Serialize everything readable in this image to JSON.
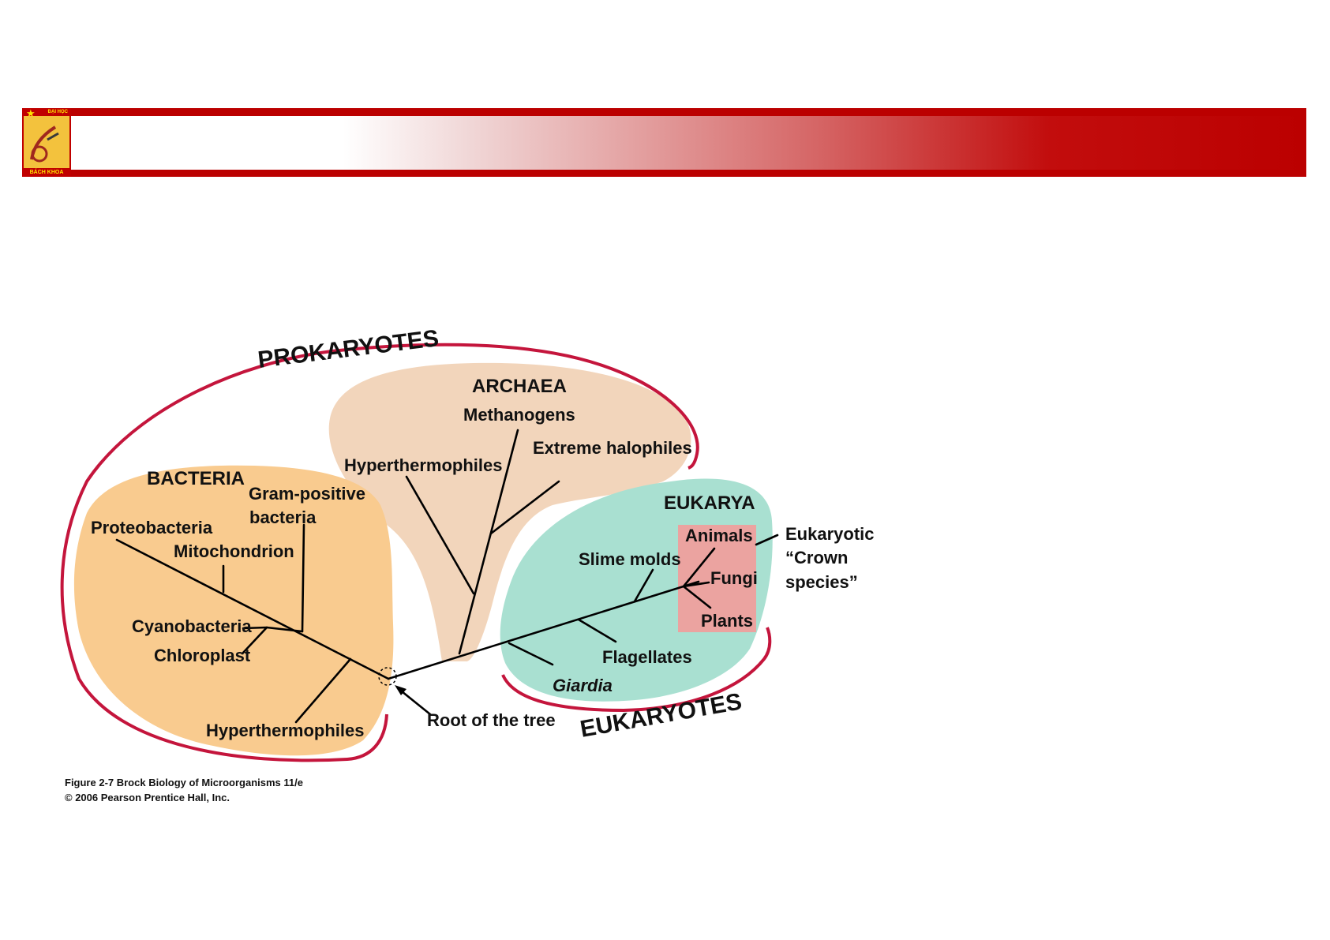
{
  "header": {
    "bar_colors": {
      "solid": "#bb0000",
      "fade_start": "#ffffff"
    },
    "logo": {
      "text_top": "ĐẠI HỌC",
      "text_bottom": "BÁCH KHOA",
      "icon": "university-crest-icon"
    }
  },
  "diagram": {
    "groups": {
      "prokaryotes": "PROKARYOTES",
      "eukaryotes": "EUKARYOTES"
    },
    "domains": {
      "bacteria": "BACTERIA",
      "archaea": "ARCHAEA",
      "eukarya": "EUKARYA"
    },
    "taxa": {
      "proteobacteria": "Proteobacteria",
      "mitochondrion": "Mitochondrion",
      "gram_positive_1": "Gram-positive",
      "gram_positive_2": "bacteria",
      "cyanobacteria": "Cyanobacteria",
      "chloroplast": "Chloroplast",
      "bact_hyperthermophiles": "Hyperthermophiles",
      "arch_hyperthermophiles": "Hyperthermophiles",
      "methanogens": "Methanogens",
      "extreme_halophiles": "Extreme halophiles",
      "slime_molds": "Slime molds",
      "animals": "Animals",
      "fungi": "Fungi",
      "plants": "Plants",
      "flagellates": "Flagellates",
      "giardia": "Giardia",
      "crown_1": "Eukaryotic",
      "crown_2": "“Crown",
      "crown_3": "species”",
      "root": "Root of the tree"
    },
    "colors": {
      "bacteria_fill": "#f9cb8f",
      "archaea_fill": "#f2d5bb",
      "eukarya_fill": "#a9e0d1",
      "crown_fill": "#eba3a0",
      "bracket_stroke": "#c4153c"
    },
    "caption": {
      "line1": "Figure 2-7  Brock Biology of Microorganisms 11/e",
      "line2": "© 2006 Pearson Prentice Hall, Inc."
    }
  }
}
